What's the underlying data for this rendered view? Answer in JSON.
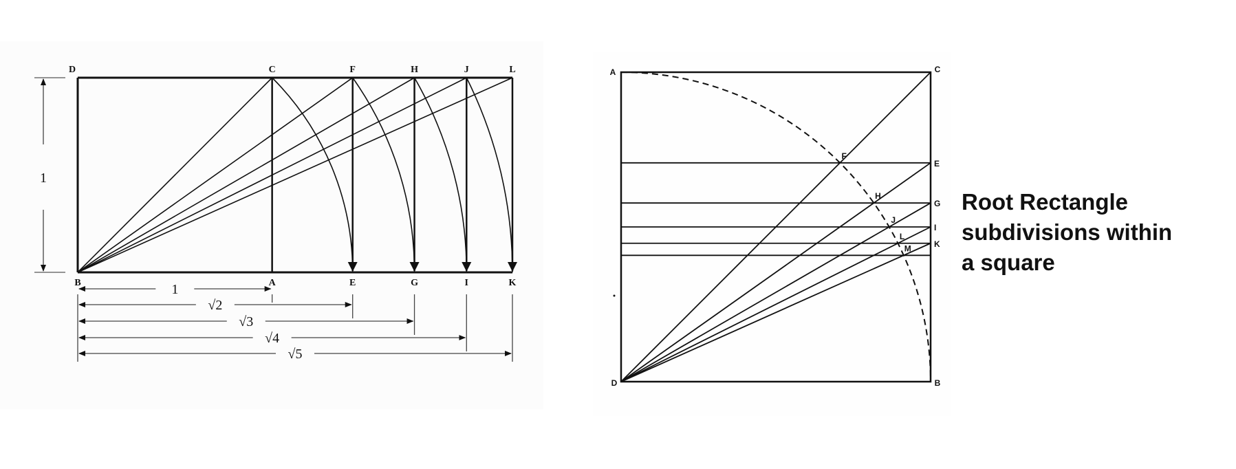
{
  "caption": {
    "lines": [
      "Root Rectangle",
      "subdivisions within",
      "a square"
    ]
  },
  "left_diagram": {
    "title": "Root rectangles constructed by arcs from diagonals",
    "height_label": "1",
    "top_labels": [
      "D",
      "C",
      "F",
      "H",
      "J",
      "L"
    ],
    "bottom_labels": [
      "B",
      "A",
      "E",
      "G",
      "I",
      "K"
    ],
    "widths": [
      {
        "label": "1",
        "ratio": 1
      },
      {
        "label": "√2",
        "ratio": 1.41421
      },
      {
        "label": "√3",
        "ratio": 1.73205
      },
      {
        "label": "√4",
        "ratio": 2
      },
      {
        "label": "√5",
        "ratio": 2.23607
      }
    ]
  },
  "right_diagram": {
    "title": "Root rectangle subdivisions within a square",
    "corner_labels": {
      "top_left": "A",
      "top_right": "C",
      "bottom_left": "D",
      "bottom_right": "B"
    },
    "right_edge_labels": [
      "E",
      "G",
      "I",
      "K"
    ],
    "intersection_labels": [
      "F",
      "H",
      "J",
      "L",
      "M"
    ],
    "root_values": [
      1,
      2,
      3,
      4,
      5
    ]
  }
}
